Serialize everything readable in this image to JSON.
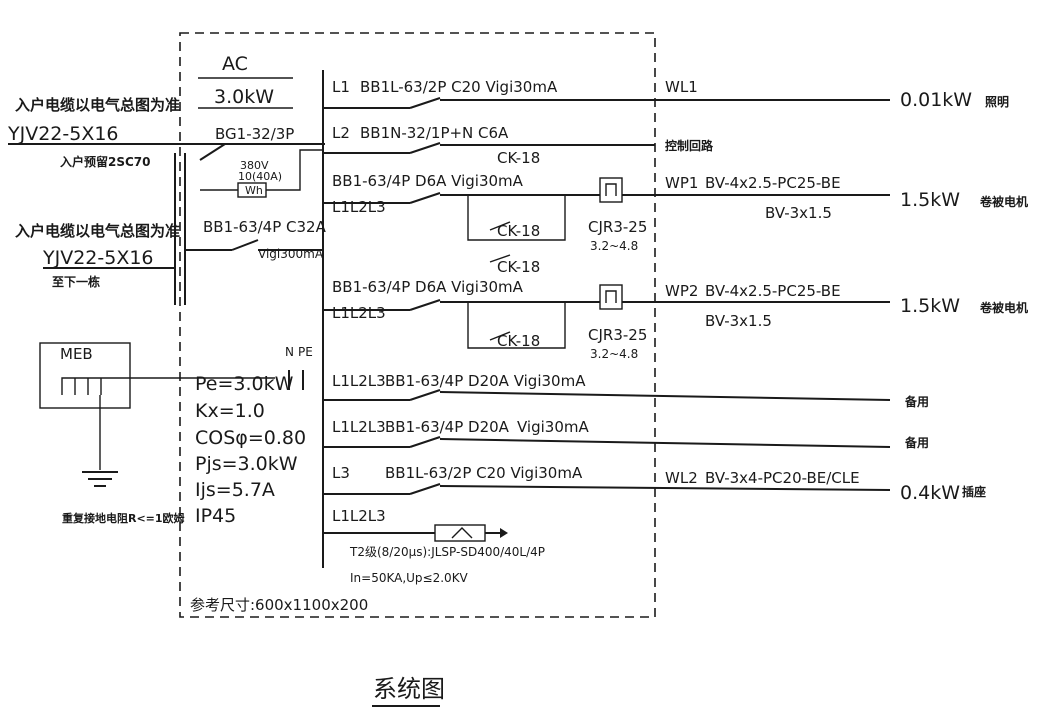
{
  "panel": {
    "ac_label": "AC",
    "power": "3.0kW",
    "main_breaker": "BG1-32/3P",
    "meter_voltage": "380V",
    "meter_rating": "10(40A)",
    "meter_symbol": "Wh",
    "rcd_breaker": "BB1-63/4P C32A",
    "rcd_sensitivity": "Vigi300mA",
    "n_label": "N",
    "pe_label": "PE",
    "ref_size": "参考尺寸:600x1100x200"
  },
  "incoming": {
    "note1": "入户电缆以电气总图为准",
    "cable1": "YJV22-5X16",
    "conduit": "入户预留2SC70",
    "note2": "入户电缆以电气总图为准",
    "cable2": "YJV22-5X16",
    "to_next": "至下一栋"
  },
  "meb": {
    "label": "MEB",
    "grounding_note": "重复接地电阻R<=1欧姆"
  },
  "params": [
    "Pe=3.0kW",
    "Kx=1.0",
    "COSφ=0.80",
    "Pjs=3.0kW",
    "Ijs=5.7A",
    "IP45"
  ],
  "circuits": [
    {
      "phase": "L1",
      "breaker": "BB1L-63/2P C20 Vigi30mA",
      "id": "WL1",
      "cable": "",
      "load": "0.01kW",
      "use": "照明"
    },
    {
      "phase": "L2",
      "breaker": "BB1N-32/1P+N C6A",
      "contactor": "CK-18",
      "use": "控制回路"
    },
    {
      "phase": "L1L2L3",
      "breaker": "BB1-63/4P D6A Vigi30mA",
      "contactor1": "CK-18",
      "contactor2": "CK-18",
      "relay": "CJR3-25",
      "relay_range": "3.2~4.8",
      "id": "WP1",
      "cable": "BV-4x2.5-PC25-BE",
      "cable2": "BV-3x1.5",
      "load": "1.5kW",
      "use": "卷被电机"
    },
    {
      "phase": "L1L2L3",
      "breaker": "BB1-63/4P D6A Vigi30mA",
      "contactor1": "CK-18",
      "relay": "CJR3-25",
      "relay_range": "3.2~4.8",
      "id": "WP2",
      "cable": "BV-4x2.5-PC25-BE",
      "cable2": "BV-3x1.5",
      "load": "1.5kW",
      "use": "卷被电机"
    },
    {
      "phase": "L1L2L3",
      "breaker": "BB1-63/4P D20A Vigi30mA",
      "use": "备用"
    },
    {
      "phase": "L1L2L3",
      "breaker": "BB1-63/4P D20A",
      "rcd": "Vigi30mA",
      "use": "备用"
    },
    {
      "phase": "L3",
      "breaker": "BB1L-63/2P C20 Vigi30mA",
      "id": "WL2",
      "cable": "BV-3x4-PC20-BE/CLE",
      "load": "0.4kW",
      "use": "插座"
    },
    {
      "phase": "L1L2L3",
      "spd": "T2级(8/20μs):JLSP-SD400/40L/4P",
      "spd_params": "In=50KA,Up≤2.0KV"
    }
  ],
  "title": "系统图"
}
